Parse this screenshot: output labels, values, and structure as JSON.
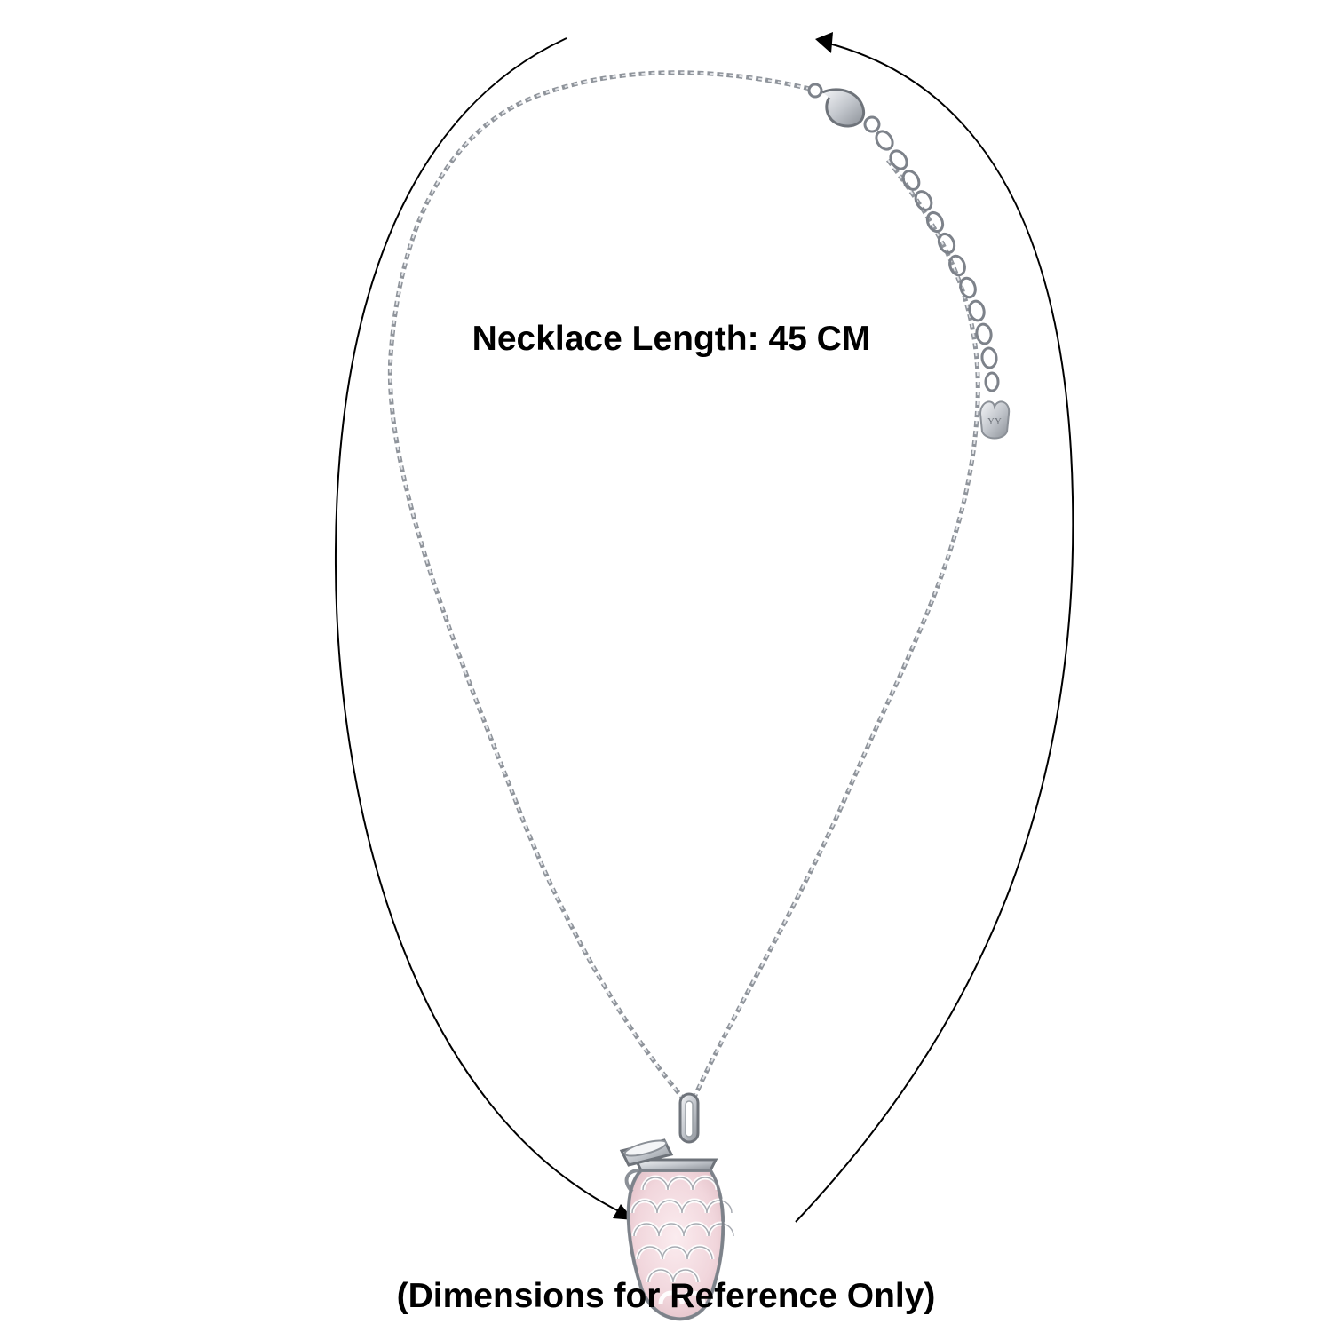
{
  "product": {
    "length_label": "Necklace Length: 45 CM",
    "footnote": "(Dimensions for Reference Only)",
    "tag_marking": "YY"
  },
  "colors": {
    "background": "#ffffff",
    "text": "#000000",
    "metal": "#b8bcc2",
    "metal_dark": "#6e737a",
    "stone": "#f3dde2",
    "arrow": "#000000"
  },
  "icons": {
    "arrow_start": "arrow-head-icon",
    "arrow_end": "arrow-head-icon"
  }
}
